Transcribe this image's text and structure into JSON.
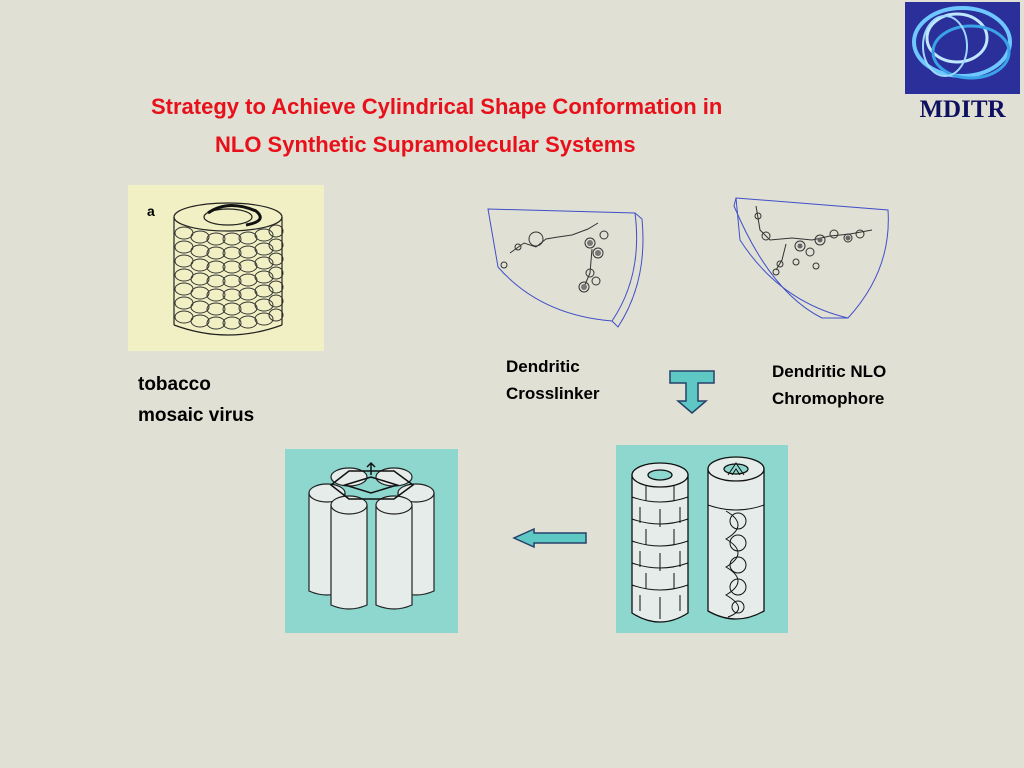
{
  "slide": {
    "title_line1": "Strategy to Achieve Cylindrical Shape Conformation in",
    "title_line2": "NLO Synthetic Supramolecular Systems"
  },
  "logo": {
    "text": "MDITR"
  },
  "tmv": {
    "panel_letter": "a",
    "caption_line1": "tobacco",
    "caption_line2": "mosaic virus"
  },
  "crosslinker": {
    "caption_line1": "Dendritic",
    "caption_line2": "Crosslinker"
  },
  "chromophore": {
    "caption_line1": "Dendritic NLO",
    "caption_line2": "Chromophore"
  },
  "colors": {
    "title": "#e8101a",
    "teal": "#8dd7cf",
    "arrow": "#5ec9c4",
    "background": "#e0e0d4"
  }
}
